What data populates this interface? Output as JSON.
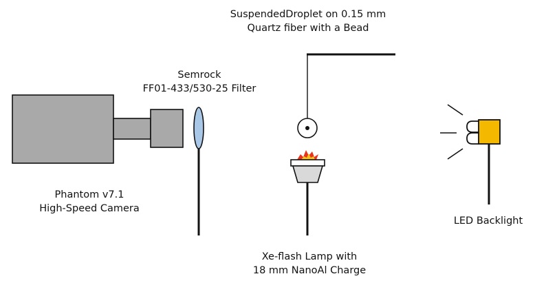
{
  "labels": {
    "droplet": {
      "line1": "SuspendedDroplet on 0.15 mm",
      "line2": "Quartz fiber with a Bead"
    },
    "filter": {
      "line1": "Semrock",
      "line2": "FF01-433/530-25 Filter"
    },
    "camera": {
      "line1": "Phantom v7.1",
      "line2": "High-Speed Camera"
    },
    "lamp": {
      "line1": "Xe-flash Lamp with",
      "line2": "18 mm NanoAl Charge"
    },
    "backlight": {
      "line1": "LED Backlight"
    }
  },
  "colors": {
    "camera_body": "#a9a9a9",
    "filter_lens": "#a9c8e8",
    "led": "#f5b800",
    "flame_outer": "#e8341c",
    "flame_inner": "#f7c21a",
    "stroke": "#111111"
  }
}
